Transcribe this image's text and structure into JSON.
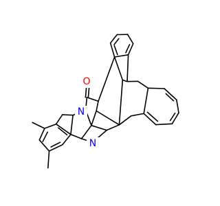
{
  "colors": {
    "background": "#ffffff",
    "bond": "#000000",
    "oxygen": "#ff0000",
    "nitrogen": "#0000ff"
  },
  "atoms": {
    "O": "O",
    "N_ring": "N",
    "N_imine": "N"
  }
}
